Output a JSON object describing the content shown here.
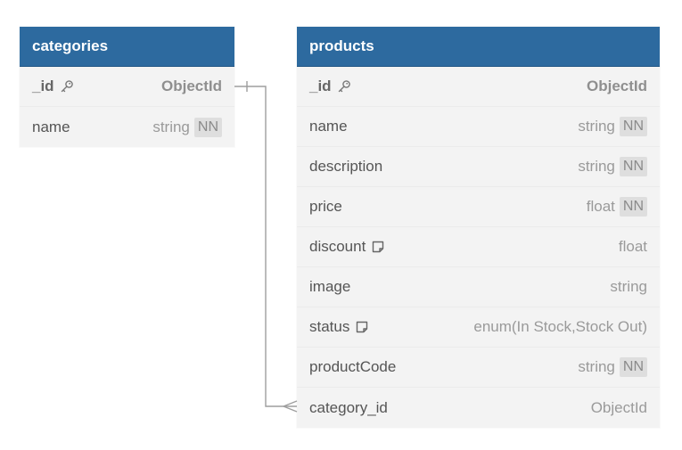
{
  "colors": {
    "header_bg": "#2d6a9f",
    "body_bg": "#f3f3f3",
    "connector": "#9e9e9e"
  },
  "tables": {
    "categories": {
      "title": "categories",
      "fields": [
        {
          "name": "_id",
          "type": "ObjectId",
          "pk": true,
          "nn": "",
          "icon": "key-icon"
        },
        {
          "name": "name",
          "type": "string",
          "pk": false,
          "nn": "NN",
          "icon": ""
        }
      ]
    },
    "products": {
      "title": "products",
      "fields": [
        {
          "name": "_id",
          "type": "ObjectId",
          "pk": true,
          "nn": "",
          "icon": "key-icon"
        },
        {
          "name": "name",
          "type": "string",
          "pk": false,
          "nn": "NN",
          "icon": ""
        },
        {
          "name": "description",
          "type": "string",
          "pk": false,
          "nn": "NN",
          "icon": ""
        },
        {
          "name": "price",
          "type": "float",
          "pk": false,
          "nn": "NN",
          "icon": ""
        },
        {
          "name": "discount",
          "type": "float",
          "pk": false,
          "nn": "",
          "icon": "note-icon"
        },
        {
          "name": "image",
          "type": "string",
          "pk": false,
          "nn": "",
          "icon": ""
        },
        {
          "name": "status",
          "type": "enum(In Stock,Stock Out)",
          "pk": false,
          "nn": "",
          "icon": "note-icon"
        },
        {
          "name": "productCode",
          "type": "string",
          "pk": false,
          "nn": "NN",
          "icon": ""
        },
        {
          "name": "category_id",
          "type": "ObjectId",
          "pk": false,
          "nn": "",
          "icon": ""
        }
      ]
    }
  },
  "relationship": {
    "from": "categories._id",
    "to": "products.category_id",
    "from_cardinality": "one",
    "to_cardinality": "many"
  }
}
